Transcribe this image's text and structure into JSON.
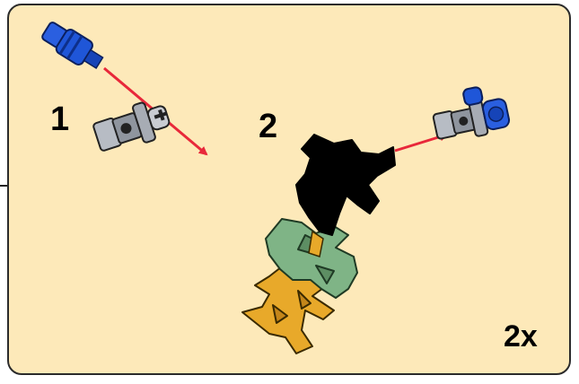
{
  "steps": [
    {
      "label": "1"
    },
    {
      "label": "2"
    }
  ],
  "multiplier": "2x",
  "colors": {
    "panel_background": "#fde9b9",
    "panel_border": "#2b2b2b",
    "arrow": "#e8283a",
    "connector_blue": "#1f56d8",
    "connector_gray": "#a7acb4",
    "claw_black": "#000000",
    "claw_green": "#6fa070",
    "claw_yellow": "#e8a92a"
  },
  "icons": [
    "blue-axle-pin-icon",
    "gray-cross-connector-icon",
    "assembled-connector-icon",
    "black-claw-icon",
    "green-claw-icon",
    "yellow-claw-icon",
    "arrow-icon"
  ]
}
